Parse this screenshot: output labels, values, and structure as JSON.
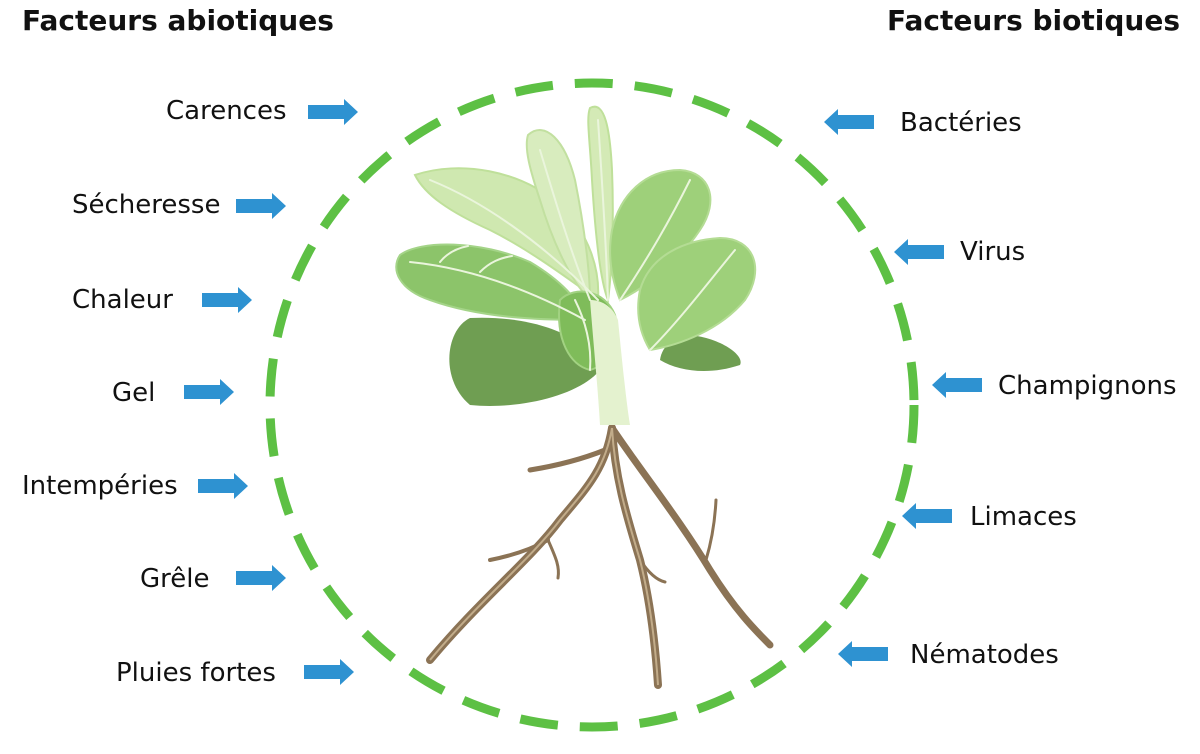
{
  "headings": {
    "abiotic": "Facteurs abiotiques",
    "biotic": "Facteurs biotiques"
  },
  "abiotic_factors": [
    "Carences",
    "Sécheresse",
    "Chaleur",
    "Gel",
    "Intempéries",
    "Grêle",
    "Pluies fortes"
  ],
  "biotic_factors": [
    "Bactéries",
    "Virus",
    "Champignons",
    "Limaces",
    "Nématodes"
  ],
  "colors": {
    "circle": "#5dc044",
    "arrow": "#2e92d1",
    "root": "#8b7355",
    "leaf": "#8cc46a"
  }
}
